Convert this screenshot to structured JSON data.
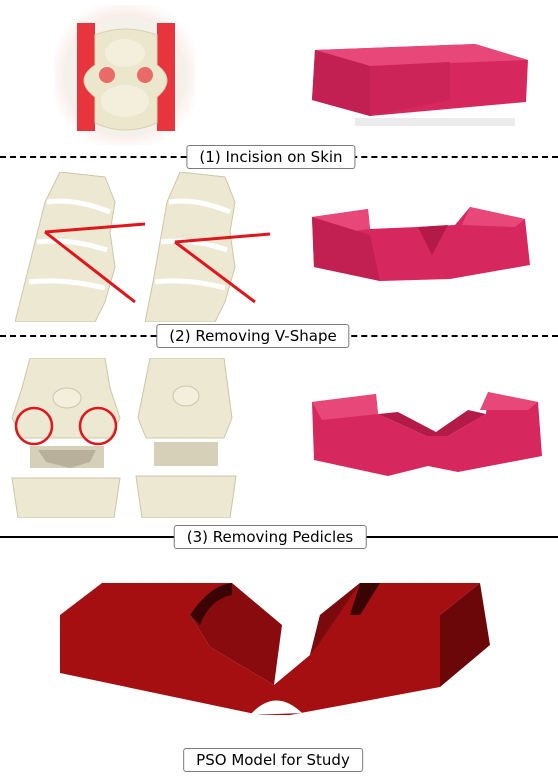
{
  "steps": [
    {
      "label": "(1) Incision on Skin"
    },
    {
      "label": "(2) Removing V-Shape"
    },
    {
      "label": "(3) Removing Pedicles"
    }
  ],
  "final_label": "PSO Model for Study",
  "colors": {
    "foam_pink": "#d6285e",
    "bone": "#ede8d2",
    "marking_red": "#e0161b",
    "model_red": "#a50f12",
    "model_dark": "#6b0709"
  }
}
